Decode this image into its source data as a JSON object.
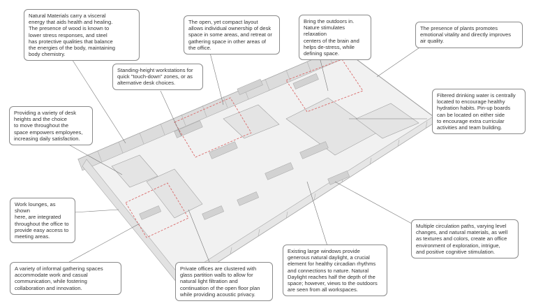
{
  "callouts": {
    "natural_materials": "Natural Materials carry a visceral\nenergy that aids health and healing.\nThe presence of wood is known to\nlower stress responses, and steel\nhas protective qualities that balance\nthe energies of the body, maintaining\nbody chemistry.",
    "compact_layout": "The open, yet compact layout\nallows individual ownership of desk\nspace in some areas, and retreat or\ngathering space in other areas of\nthe office.",
    "outdoors": "Bring the outdoors in.\nNature stimulates relaxation\ncenters of the brain and\nhelps de-stress, while\ndefining space.",
    "plants": "The presence of plants promotes\nemotional vitality and directly improves\nair quality.",
    "standing_height": "Standing-height workstations for\nquick \"touch-down\" zones, or as\nalternative desk choices.",
    "desk_heights": "Providing a variety of desk\nheights and the choice\nto move throughout the\nspace empowers employees,\nincreasing daily satisfaction.",
    "drinking_water": "Filtered drinking water is centrally\nlocated to encourage healthy\nhydration habits. Pin-up boards\ncan be located on either side\nto encourage extra curricular\nactivities and team building.",
    "work_lounges": "Work lounges, as shown\nhere, are integrated\nthroughout the office to\nprovide easy access to\nmeeting areas.",
    "circulation": "Multiple circulation paths, varying level\nchanges, and natural materials, as well\nas textures and colors, create an office\nenvironment of exploration, intrigue,\nand positive cognitive stimulation.",
    "gathering_spaces": "A variety of informal gathering spaces\naccommodate work and casual\ncommunication, while fostering\ncollaboration and innovation.",
    "private_offices": "Private offices are clustered with\nglass partition walls to allow for\nnatural light filtration and\ncontinuation of the open floor plan\nwhile providing acoustic privacy.",
    "large_windows": "Existing large windows provide\ngenerous natural daylight, a crucial\nelement for healthy circadian rhythms\nand connections to nature.  Natural\nDaylight reaches half the depth of the\nspace; however, views to the outdoors\nare seen from all workspaces."
  }
}
